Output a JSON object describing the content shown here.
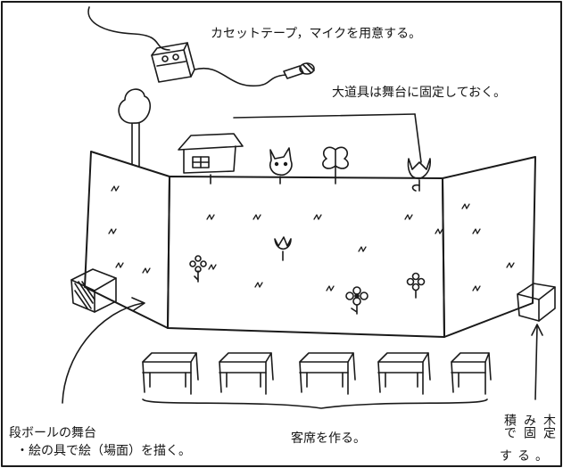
{
  "labels": {
    "cassette": "カセットテープ，マイクを用意する。",
    "props": "大道具は舞台に固定しておく。",
    "stage_line1": "段ボールの舞台",
    "stage_line2": "・絵の具で絵（場面）を描く。",
    "seats": "客席を作る。",
    "wood_col1": "木定",
    "wood_col2": "み固",
    "wood_col3": "積で",
    "wood_col4": "する。"
  }
}
